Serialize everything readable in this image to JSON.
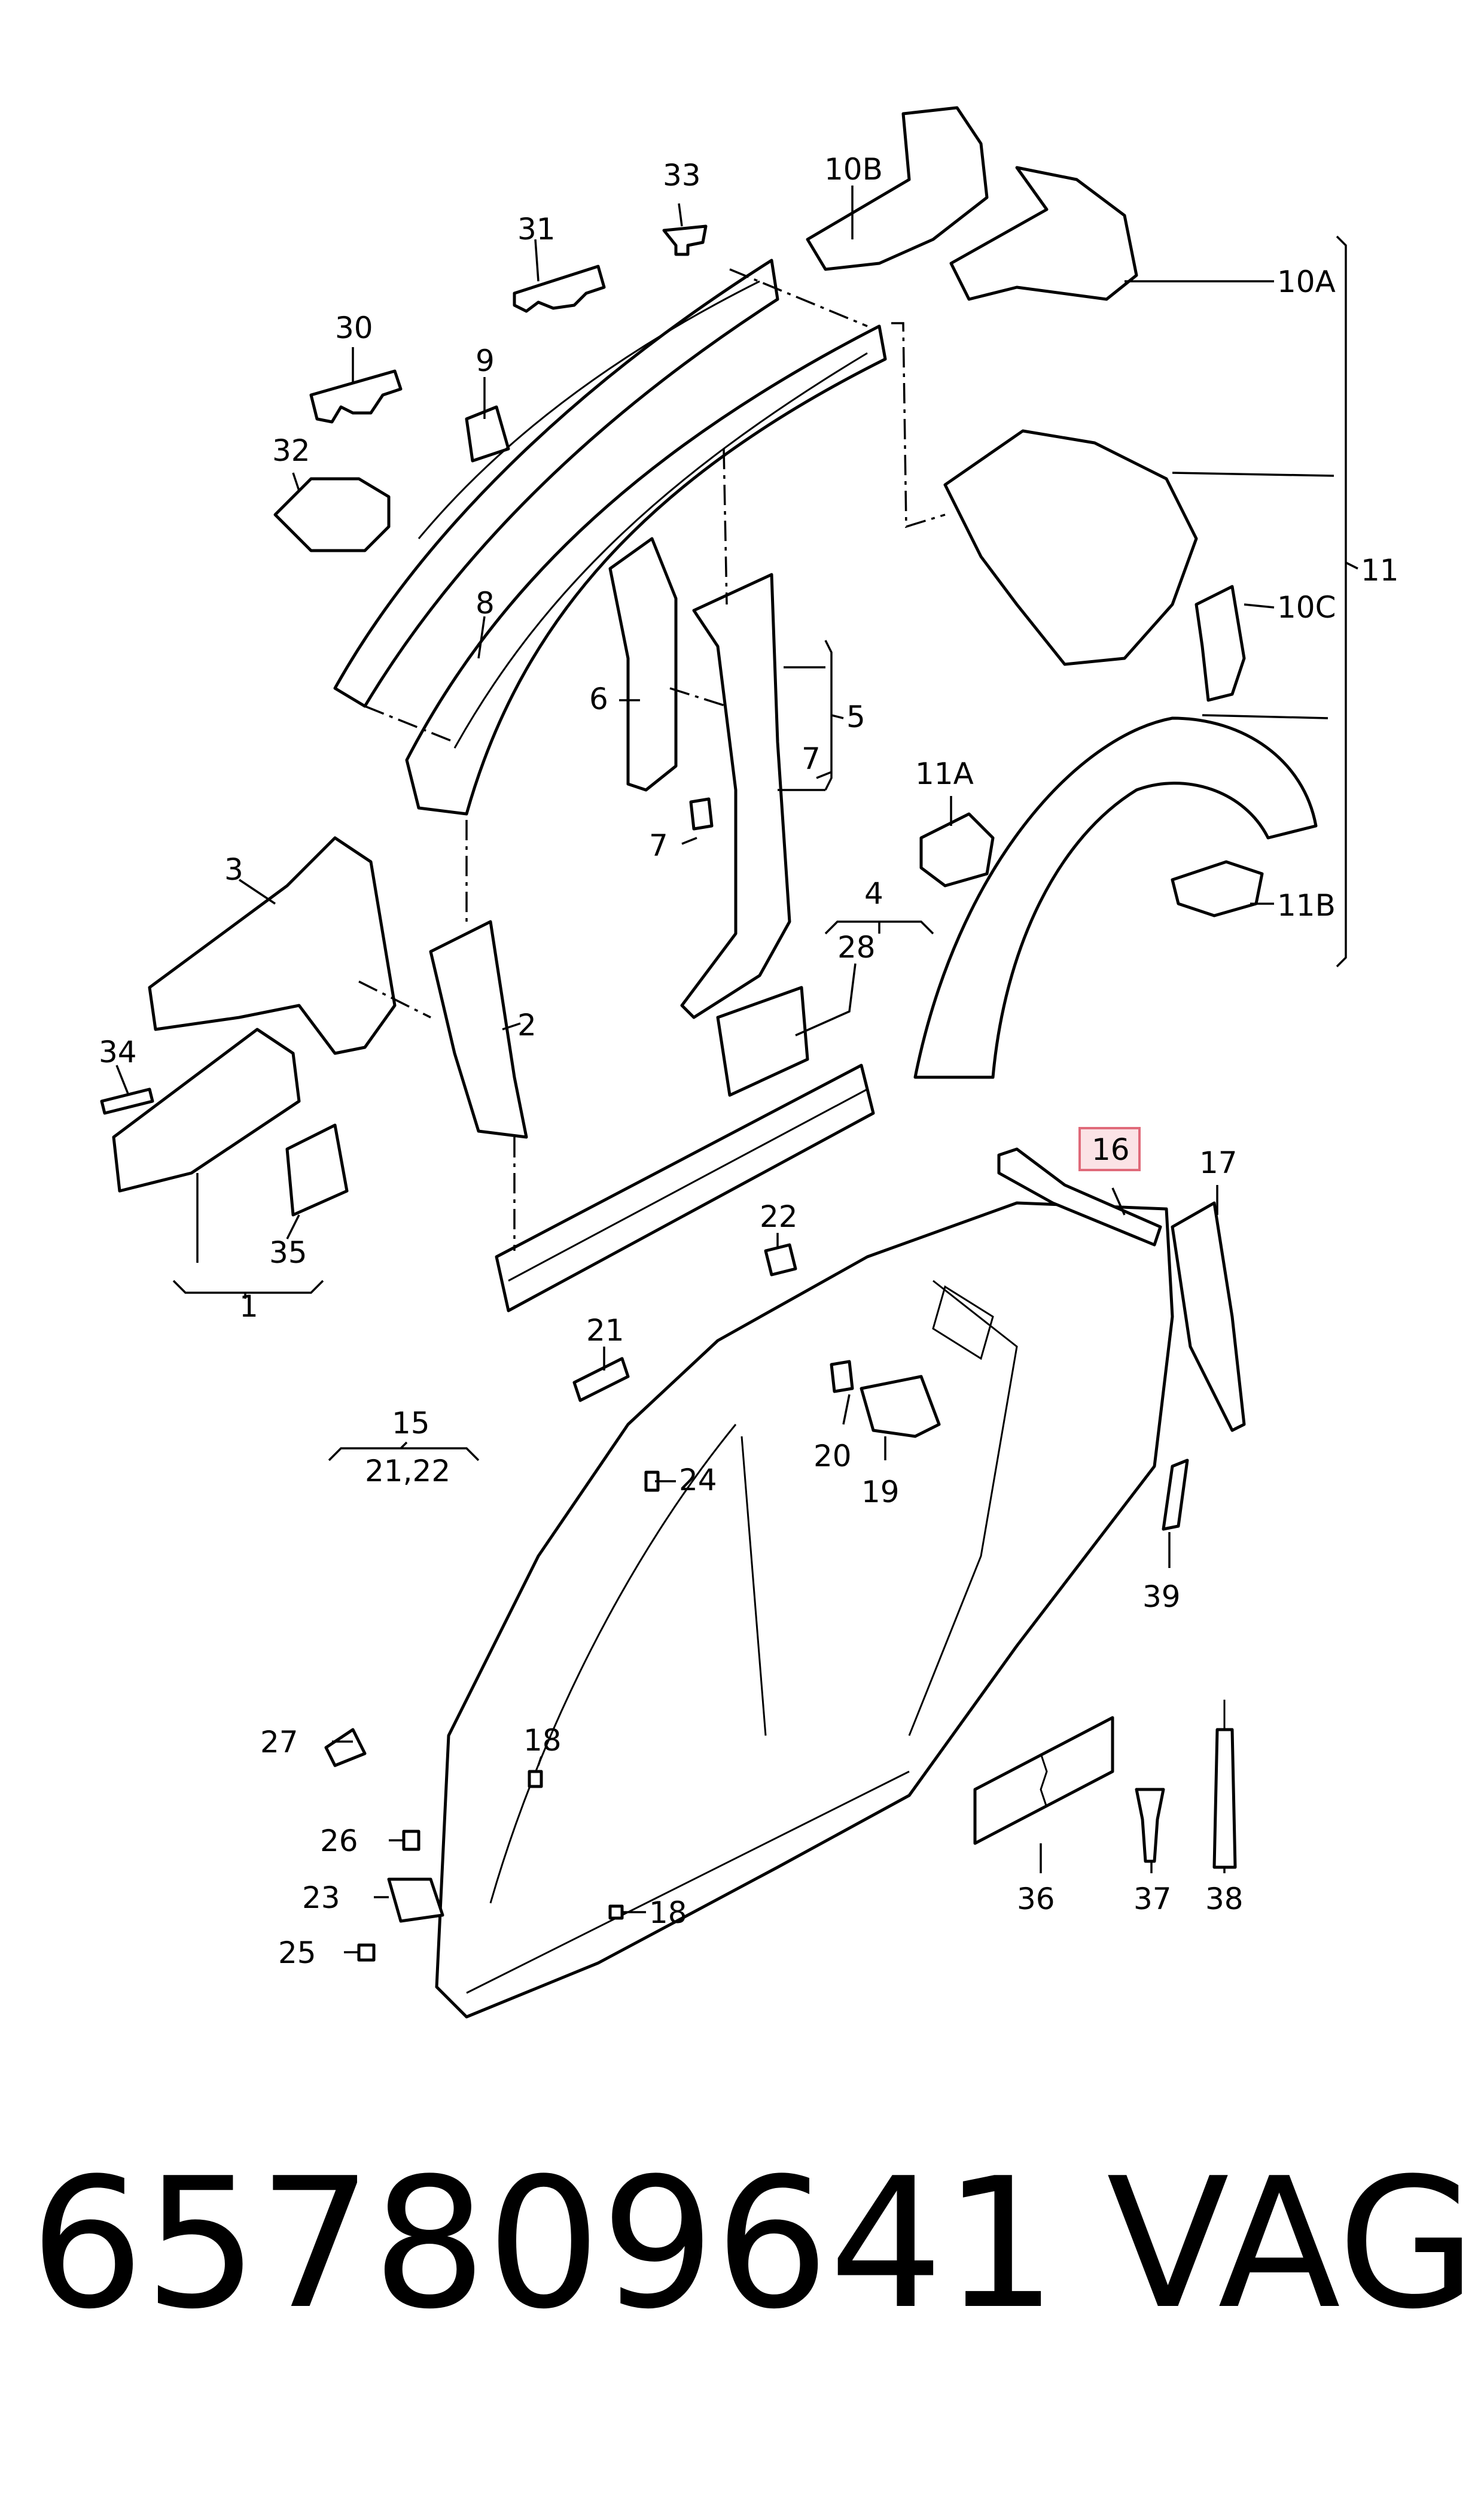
{
  "labels": {
    "l1": "1",
    "l2": "2",
    "l3": "3",
    "l4": "4",
    "l5": "5",
    "l6": "6",
    "l7a": "7",
    "l7b": "7",
    "l8": "8",
    "l9": "9",
    "l10a": "10A",
    "l10b": "10B",
    "l10c": "10C",
    "l11": "11",
    "l11a": "11A",
    "l11b": "11B",
    "l15": "15",
    "l15sub": "21,22",
    "l16": "16",
    "l17": "17",
    "l18a": "18",
    "l18b": "18",
    "l19": "19",
    "l20": "20",
    "l21": "21",
    "l22": "22",
    "l23": "23",
    "l24": "24",
    "l25": "25",
    "l26": "26",
    "l27": "27",
    "l28": "28",
    "l30": "30",
    "l31": "31",
    "l32": "32",
    "l33": "33",
    "l34": "34",
    "l35": "35",
    "l36": "36",
    "l37": "37",
    "l38": "38",
    "l39": "39"
  },
  "highlighted_part": "16",
  "highlight_color": "#e06a7a",
  "footer": {
    "part_number": "657809641",
    "brand": "VAG"
  }
}
